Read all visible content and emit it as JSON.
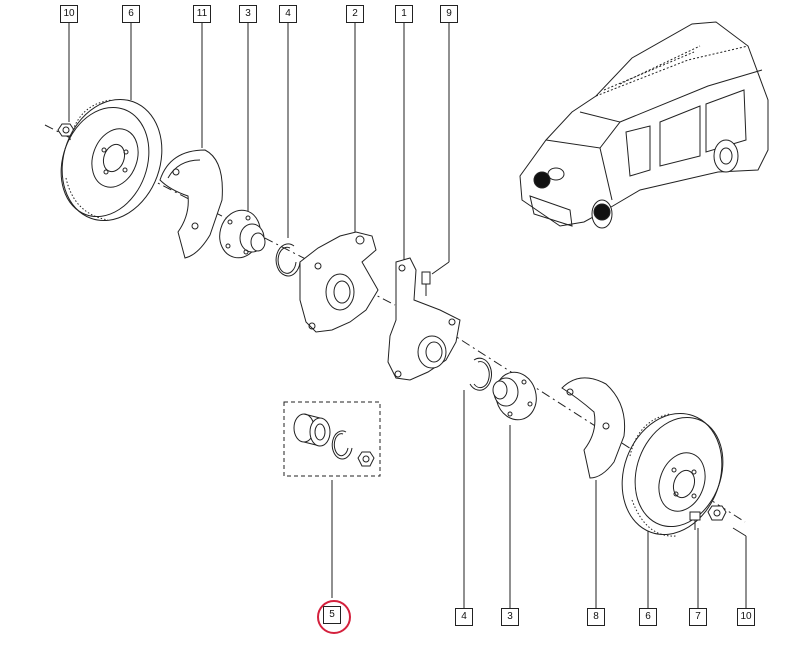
{
  "callouts": {
    "top_10": "10",
    "top_6": "6",
    "top_11": "11",
    "top_3": "3",
    "top_4": "4",
    "top_2": "2",
    "top_1": "1",
    "top_9": "9",
    "bottom_5": "5",
    "bottom_4": "4",
    "bottom_3": "3",
    "bottom_8": "8",
    "bottom_6": "6",
    "bottom_7": "7",
    "bottom_10": "10"
  },
  "colors": {
    "line": "#222222",
    "highlight_ring": "#d4213d"
  }
}
